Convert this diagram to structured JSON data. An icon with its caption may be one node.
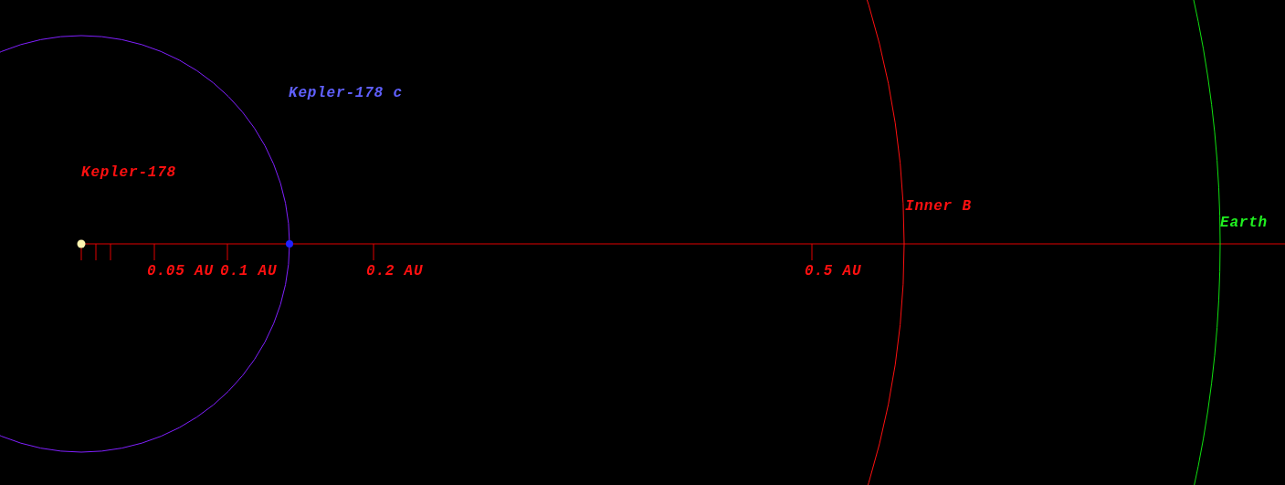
{
  "diagram": {
    "labels": [
      "Kepler-178 c",
      "Kepler-178",
      "Inner B",
      "Earth",
      "0.05 AU",
      "0.1 AU",
      "0.2 AU",
      "0.5 AU"
    ]
  }
}
